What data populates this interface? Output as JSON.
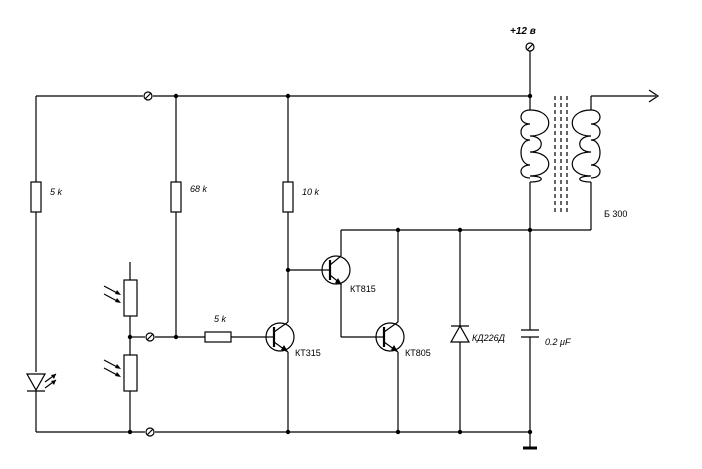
{
  "supply": {
    "label": "+12 в"
  },
  "resistors": {
    "r_left": "5 k",
    "r_68k": "68 k",
    "r_10k": "10 k",
    "r_base": "5 k"
  },
  "transistors": {
    "q1": "КТ315",
    "q2": "КТ815",
    "q3": "КТ805"
  },
  "diode": {
    "label": "КД226Д"
  },
  "capacitor": {
    "label": "0.2 μF"
  },
  "transformer": {
    "label": "Б 300"
  }
}
